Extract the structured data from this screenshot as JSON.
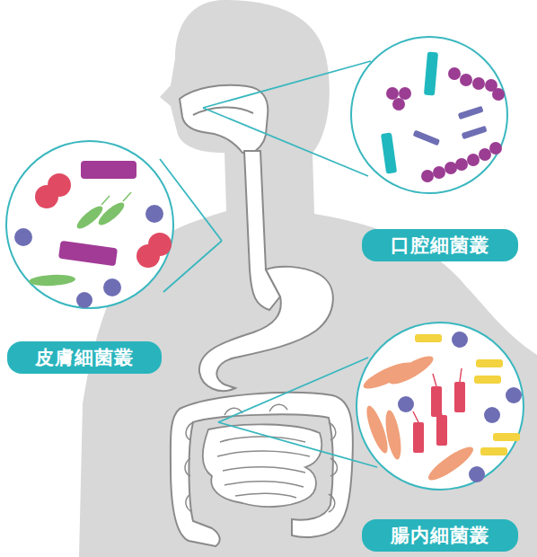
{
  "diagram": {
    "nodes": [
      {
        "text": [
          "口腔細菌叢"
        ]
      },
      {
        "text": [
          "皮膚細菌叢"
        ]
      },
      {
        "text": [
          "腸内細菌叢"
        ]
      }
    ]
  }
}
